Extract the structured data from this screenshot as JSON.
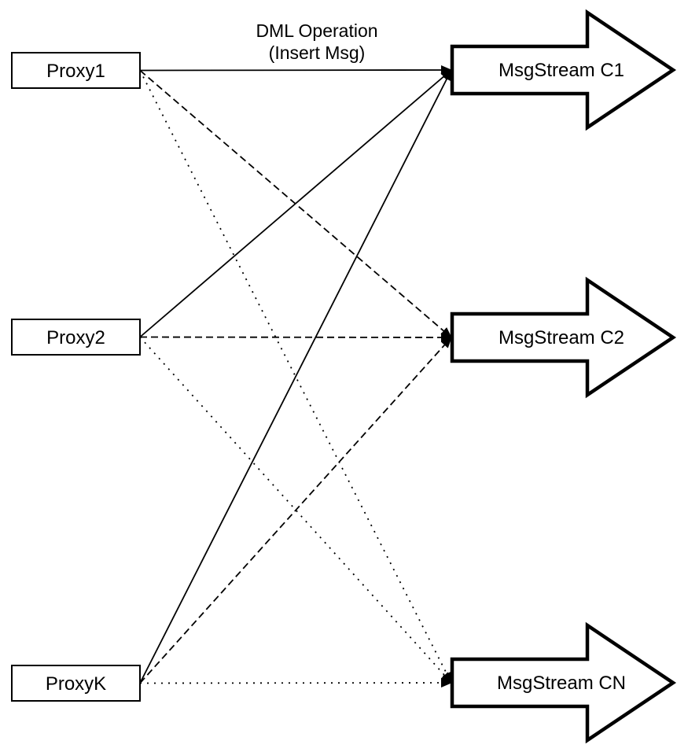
{
  "diagram": {
    "title": {
      "line1": "DML Operation",
      "line2": "(Insert Msg)"
    },
    "proxies": [
      {
        "id": "proxy1",
        "label": "Proxy1"
      },
      {
        "id": "proxy2",
        "label": "Proxy2"
      },
      {
        "id": "proxyk",
        "label": "ProxyK"
      }
    ],
    "streams": [
      {
        "id": "c1",
        "label": "MsgStream C1"
      },
      {
        "id": "c2",
        "label": "MsgStream C2"
      },
      {
        "id": "cn",
        "label": "MsgStream CN"
      }
    ],
    "edges": [
      {
        "from": "proxy1",
        "to": "c1",
        "style": "solid",
        "dash": "none"
      },
      {
        "from": "proxy1",
        "to": "c2",
        "style": "dashed",
        "dash": "9 5"
      },
      {
        "from": "proxy1",
        "to": "cn",
        "style": "dotted",
        "dash": "2 7"
      },
      {
        "from": "proxy2",
        "to": "c1",
        "style": "solid",
        "dash": "none"
      },
      {
        "from": "proxy2",
        "to": "c2",
        "style": "dashed",
        "dash": "9 5"
      },
      {
        "from": "proxy2",
        "to": "cn",
        "style": "dotted",
        "dash": "2 7"
      },
      {
        "from": "proxyk",
        "to": "c1",
        "style": "solid",
        "dash": "none"
      },
      {
        "from": "proxyk",
        "to": "c2",
        "style": "dashed",
        "dash": "9 5"
      },
      {
        "from": "proxyk",
        "to": "cn",
        "style": "dotted",
        "dash": "2 7"
      }
    ],
    "colors": {
      "line": "#000000",
      "node_fill": "#ffffff",
      "background": "#ffffff"
    }
  }
}
